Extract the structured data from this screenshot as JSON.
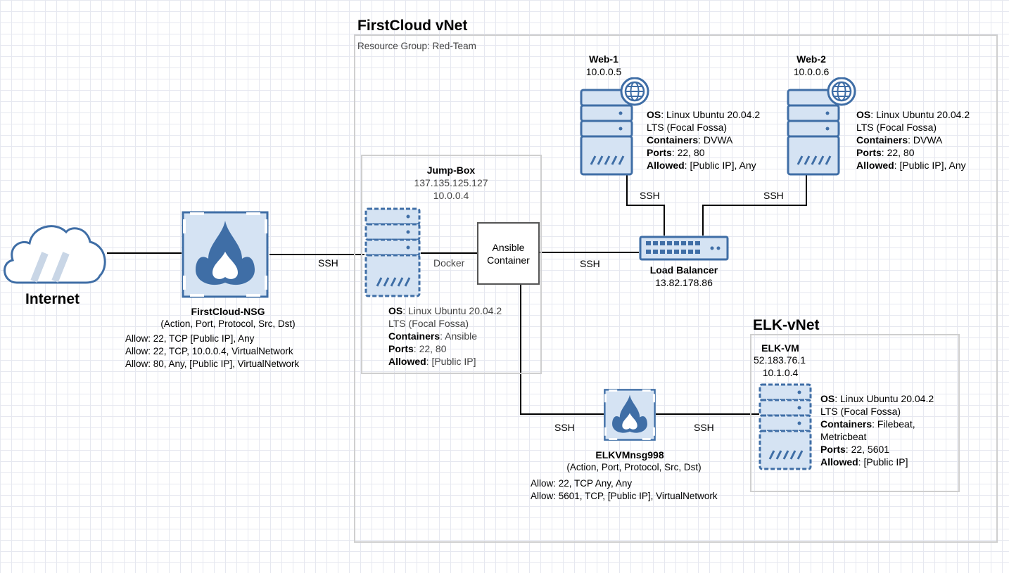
{
  "colors": {
    "icon_blue": "#3f6ea6",
    "icon_fill": "#d5e3f3",
    "wire": "#000000",
    "box_border": "#cfcfcf"
  },
  "internet": {
    "label": "Internet",
    "icon": "cloud-icon"
  },
  "firstcloud_vnet": {
    "title": "FirstCloud vNet",
    "resource_group": "Resource Group: Red-Team"
  },
  "nsg1": {
    "icon": "network-security-group-icon",
    "name": "FirstCloud-NSG",
    "subtitle": "(Action, Port, Protocol, Src, Dst)",
    "rules": [
      "Allow: 22, TCP [Public IP], Any",
      "Allow: 22, TCP, 10.0.0.4, VirtualNetwork",
      "Allow: 80, Any, [Public IP], VirtualNetwork"
    ]
  },
  "jumpbox": {
    "icon": "server-icon",
    "name": "Jump-Box",
    "ip_public": "137.135.125.127",
    "ip_private": "10.0.0.4",
    "docker_label": "Docker",
    "details": {
      "os_label": "OS",
      "os_value": ": Linux Ubuntu 20.04.2",
      "os_line2": "LTS (Focal Fossa)",
      "containers_label": "Containers",
      "containers_value": ": Ansible",
      "ports_label": "Ports",
      "ports_value": ": 22, 80",
      "allowed_label": "Allowed",
      "allowed_value": ": [Public IP]"
    }
  },
  "ansible": {
    "line1": "Ansible",
    "line2": "Container"
  },
  "web1": {
    "icon": "web-server-icon",
    "name": "Web-1",
    "ip": "10.0.0.5",
    "details": {
      "os_label": "OS",
      "os_value": ": Linux Ubuntu 20.04.2",
      "os_line2": "LTS (Focal Fossa)",
      "containers_label": "Containers",
      "containers_value": ": DVWA",
      "ports_label": "Ports",
      "ports_value": ": 22, 80",
      "allowed_label": "Allowed",
      "allowed_value": ": [Public IP], Any"
    }
  },
  "web2": {
    "icon": "web-server-icon",
    "name": "Web-2",
    "ip": "10.0.0.6",
    "details": {
      "os_label": "OS",
      "os_value": ": Linux Ubuntu 20.04.2",
      "os_line2": "LTS (Focal Fossa)",
      "containers_label": "Containers",
      "containers_value": ": DVWA",
      "ports_label": "Ports",
      "ports_value": ": 22, 80",
      "allowed_label": "Allowed",
      "allowed_value": ": [Public IP], Any"
    }
  },
  "load_balancer": {
    "icon": "load-balancer-switch-icon",
    "name": "Load Balancer",
    "ip": "13.82.178.86"
  },
  "elk_vnet": {
    "title": "ELK-vNet"
  },
  "elkvm": {
    "icon": "server-icon",
    "name": "ELK-VM",
    "ip_public": "52.183.76.1",
    "ip_private": "10.1.0.4",
    "details": {
      "os_label": "OS",
      "os_value": ": Linux Ubuntu 20.04.2",
      "os_line2": "LTS (Focal Fossa)",
      "containers_label": "Containers",
      "containers_value": ": Filebeat,",
      "containers_line2": "Metricbeat",
      "ports_label": "Ports",
      "ports_value": ": 22, 5601",
      "allowed_label": "Allowed",
      "allowed_value": ": [Public IP]"
    }
  },
  "nsg2": {
    "icon": "network-security-group-icon",
    "name": "ELKVMnsg998",
    "subtitle": "(Action, Port, Protocol, Src, Dst)",
    "rules": [
      "Allow: 22, TCP Any, Any",
      "Allow: 5601, TCP, [Public IP], VirtualNetwork"
    ]
  },
  "links": {
    "nsg_to_jumpbox": "SSH",
    "ansible_to_lb": "SSH",
    "web1_to_lb": "SSH",
    "web2_to_lb": "SSH",
    "ansible_to_nsg2": "SSH",
    "nsg2_to_elk": "SSH"
  }
}
